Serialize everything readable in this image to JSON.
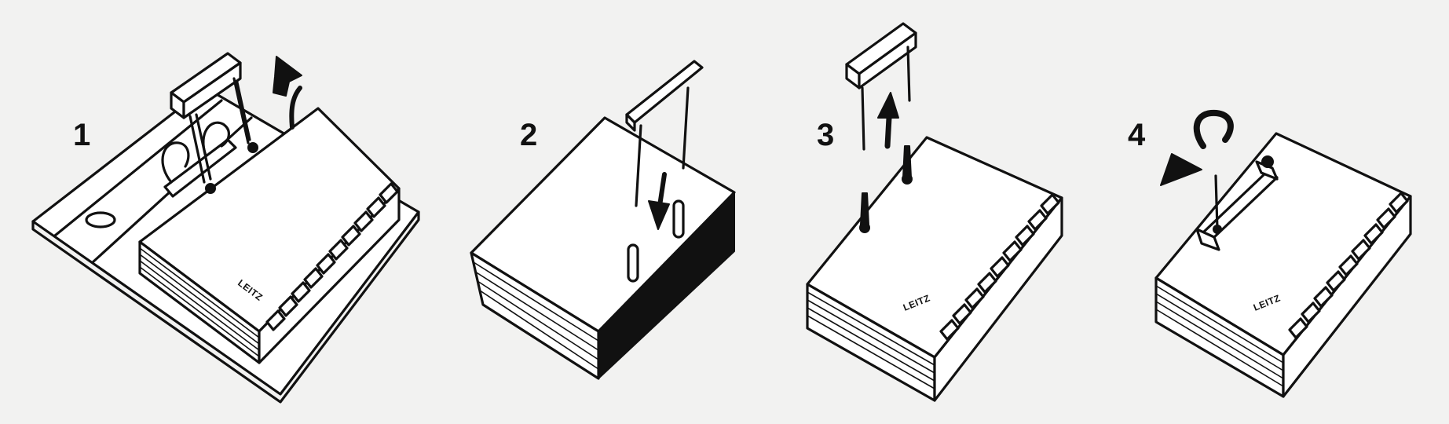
{
  "steps": [
    {
      "label": "1",
      "brand": "LEITZ"
    },
    {
      "label": "2"
    },
    {
      "label": "3",
      "brand": "LEITZ"
    },
    {
      "label": "4",
      "brand": "LEITZ"
    }
  ],
  "colors": {
    "ink": "#111111",
    "paper": "#ffffff",
    "background": "#f2f2f1"
  },
  "icons": [
    "lever-arch-binder-icon",
    "index-stack-icon",
    "binding-post-icon",
    "compressor-bar-icon",
    "arrow-up-icon",
    "arrow-down-icon",
    "hook-arrow-icon"
  ]
}
